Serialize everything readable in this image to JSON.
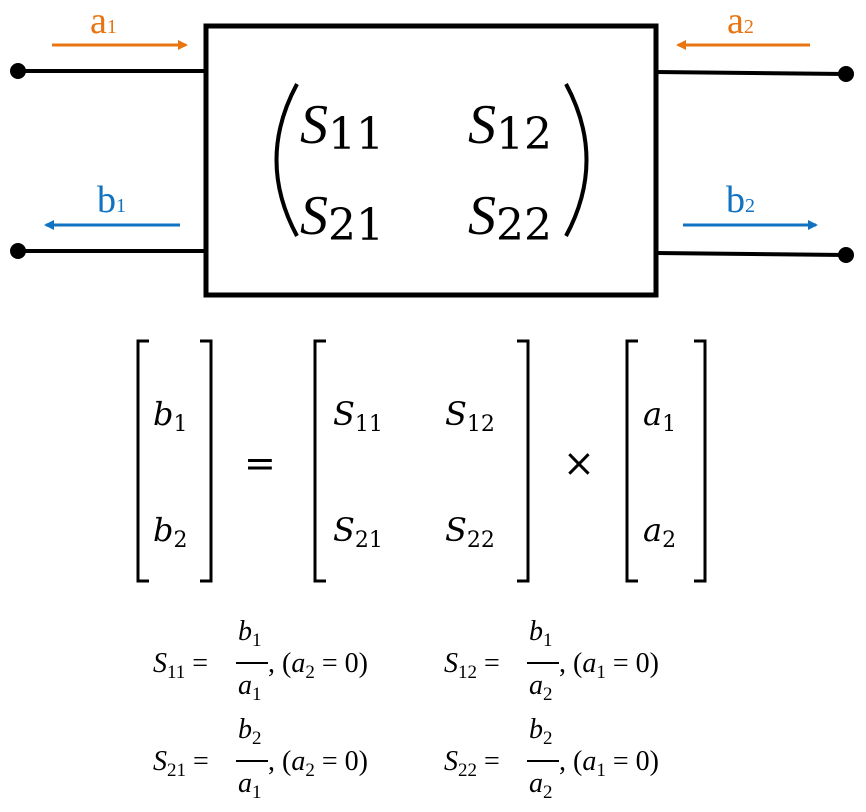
{
  "colors": {
    "incident": "#E87511",
    "reflected": "#1072C0",
    "line": "#000000"
  },
  "waves": {
    "a1": {
      "base": "a",
      "sub": "1"
    },
    "a2": {
      "base": "a",
      "sub": "2"
    },
    "b1": {
      "base": "b",
      "sub": "1"
    },
    "b2": {
      "base": "b",
      "sub": "2"
    }
  },
  "block_matrix": {
    "symbol": "S",
    "entries": [
      "11",
      "12",
      "21",
      "22"
    ]
  },
  "matrix_equation": {
    "lhs": [
      {
        "base": "b",
        "sub": "1"
      },
      {
        "base": "b",
        "sub": "2"
      }
    ],
    "equals": "=",
    "matrix": [
      {
        "base": "S",
        "sub": "11"
      },
      {
        "base": "S",
        "sub": "12"
      },
      {
        "base": "S",
        "sub": "21"
      },
      {
        "base": "S",
        "sub": "22"
      }
    ],
    "times": "×",
    "rhs": [
      {
        "base": "a",
        "sub": "1"
      },
      {
        "base": "a",
        "sub": "2"
      }
    ]
  },
  "definitions": [
    {
      "s": "S",
      "s_sub": "11",
      "num": "b",
      "num_sub": "1",
      "den": "a",
      "den_sub": "1",
      "cond_var": "a",
      "cond_sub": "2",
      "cond_val": "0"
    },
    {
      "s": "S",
      "s_sub": "12",
      "num": "b",
      "num_sub": "1",
      "den": "a",
      "den_sub": "2",
      "cond_var": "a",
      "cond_sub": "1",
      "cond_val": "0"
    },
    {
      "s": "S",
      "s_sub": "21",
      "num": "b",
      "num_sub": "2",
      "den": "a",
      "den_sub": "1",
      "cond_var": "a",
      "cond_sub": "2",
      "cond_val": "0"
    },
    {
      "s": "S",
      "s_sub": "22",
      "num": "b",
      "num_sub": "2",
      "den": "a",
      "den_sub": "2",
      "cond_var": "a",
      "cond_sub": "1",
      "cond_val": "0"
    }
  ]
}
